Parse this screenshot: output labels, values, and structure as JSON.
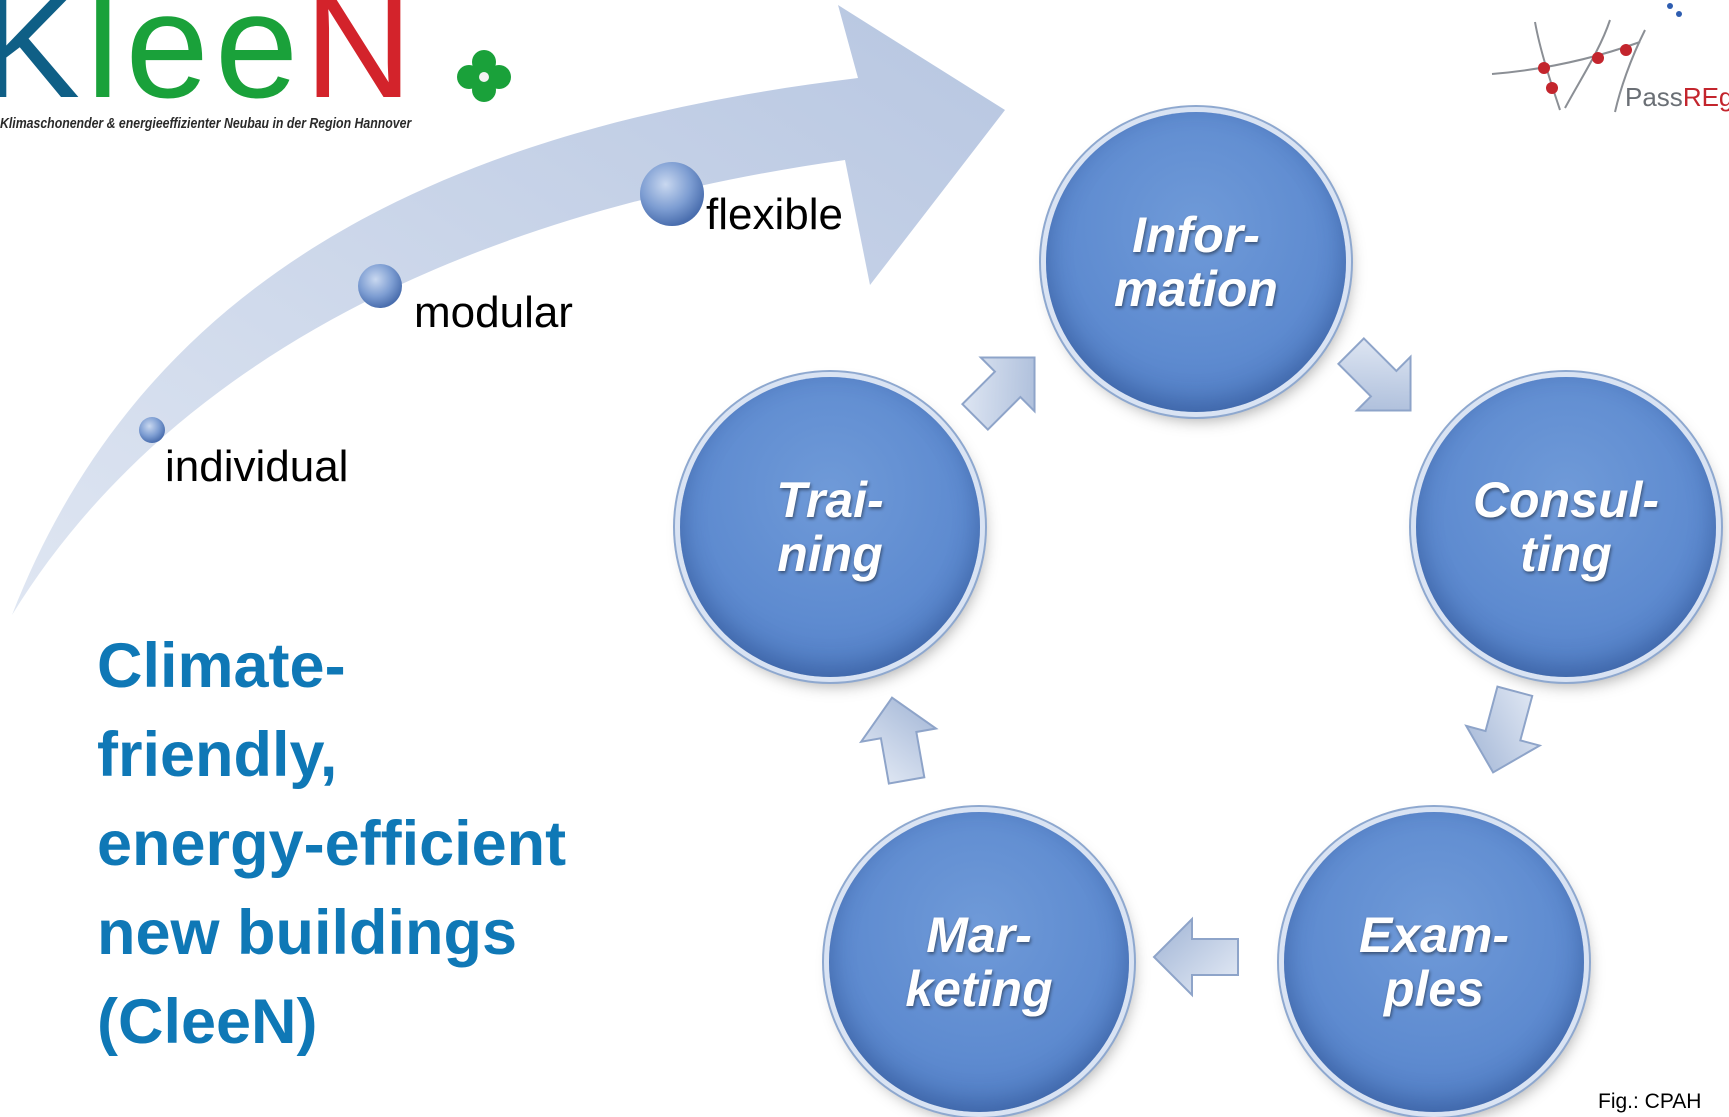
{
  "logo": {
    "wordmark_letters": [
      "K",
      "l",
      "e",
      "e",
      "N"
    ],
    "tagline": "Klimaschonender & energieeffizienter Neubau in der Region Hannover",
    "colors": {
      "dark": "#0f5f86",
      "green": "#1aa13a",
      "red": "#d3232b"
    }
  },
  "partner_logo": {
    "text_a": "Pass",
    "text_b": "REg",
    "colors": {
      "gray": "#6a6f75",
      "red": "#c3252d"
    }
  },
  "stages": [
    {
      "label": "individual"
    },
    {
      "label": "modular"
    },
    {
      "label": "flexible"
    }
  ],
  "headline": {
    "line1": "Climate-",
    "line2": "friendly,",
    "line3": "energy-efficient",
    "line4": "new buildings",
    "line5": "(CleeN)"
  },
  "cycle": {
    "information": "Infor-\nmation",
    "consulting": "Consul-\nting",
    "examples": "Exam-\nples",
    "marketing": "Mar-\nketing",
    "training": "Trai-\nning"
  },
  "caption": "Fig.: CPAH",
  "colors": {
    "headline": "#0f78b6",
    "circle": "#5e8bd0",
    "arrow": "#b8c7e2"
  }
}
